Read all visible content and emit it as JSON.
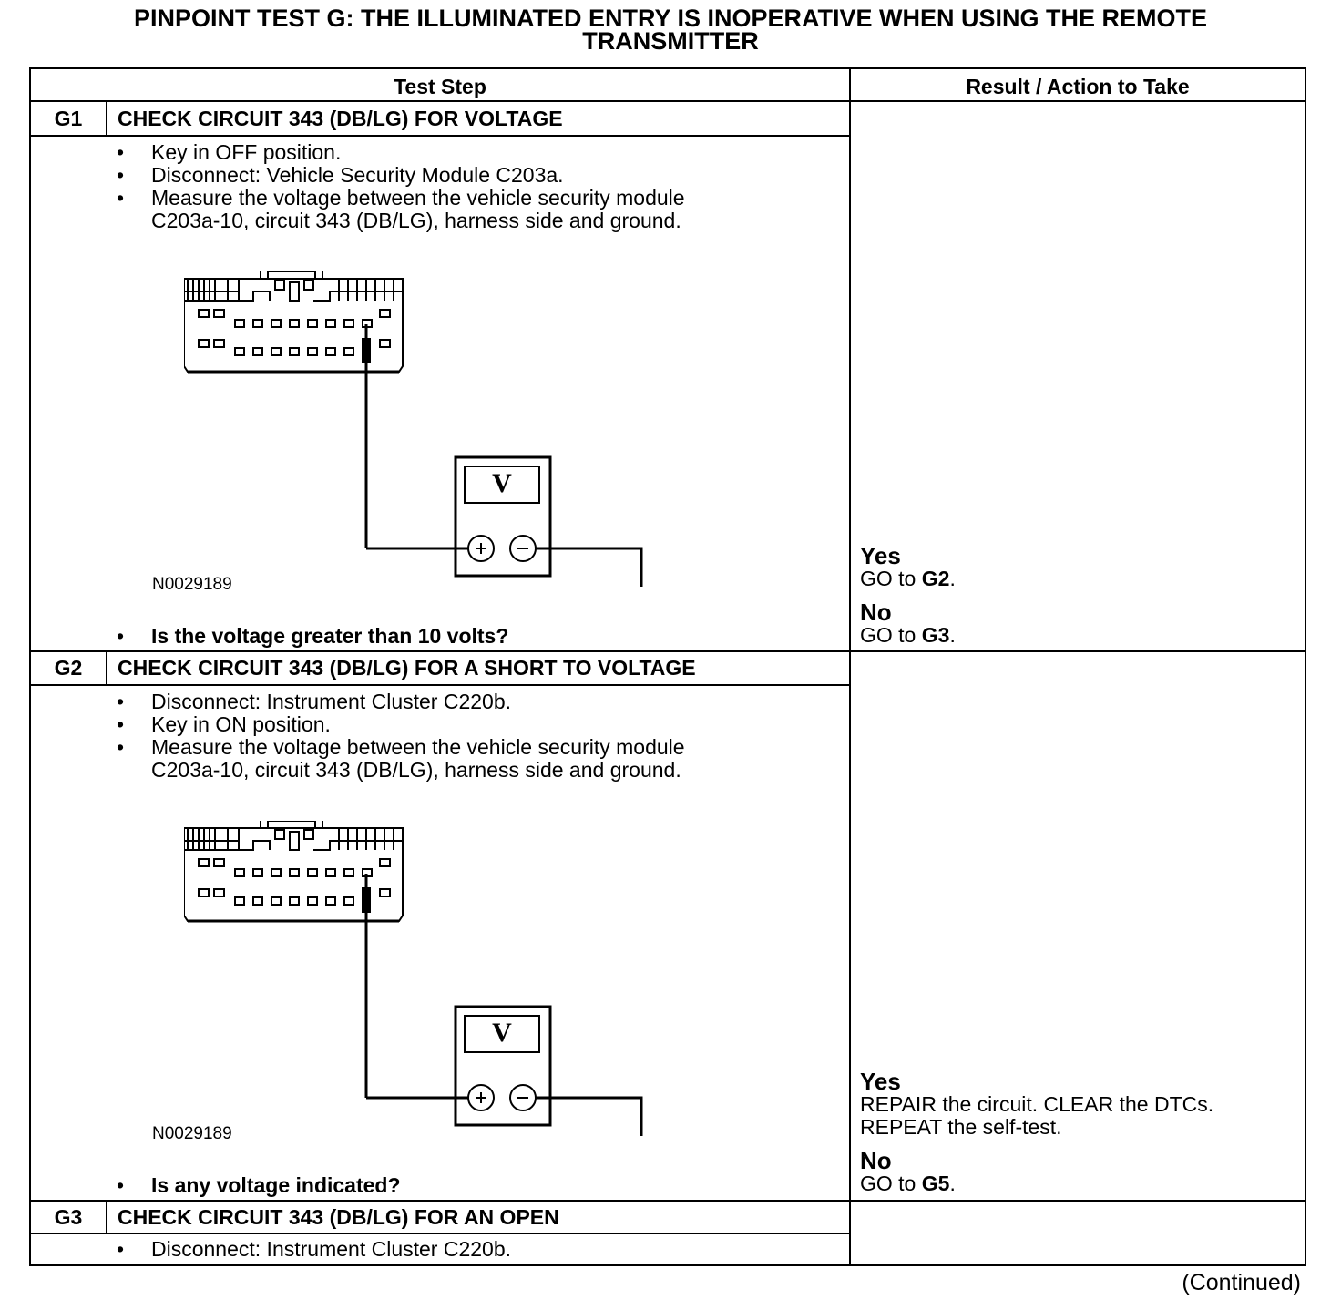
{
  "title": {
    "line1": "PINPOINT TEST  G: THE ILLUMINATED ENTRY IS INOPERATIVE WHEN USING THE REMOTE",
    "line2": "TRANSMITTER"
  },
  "headers": {
    "test_step": "Test Step",
    "result": "Result / Action to Take"
  },
  "steps": [
    {
      "id": "G1",
      "title": "CHECK CIRCUIT 343 (DB/LG) FOR VOLTAGE",
      "bullets": [
        "Key in OFF position.",
        "Disconnect: Vehicle Security Module C203a.",
        "Measure the voltage between the vehicle security module",
        "C203a-10, circuit 343 (DB/LG), harness side and ground."
      ],
      "figure_id": "N0029189",
      "meter_label": "V",
      "question": "Is the voltage greater than 10 volts?",
      "results": [
        {
          "label": "Yes",
          "pre": "GO to ",
          "ref": "G2",
          "post": "."
        },
        {
          "label": "No",
          "pre": "GO to ",
          "ref": "G3",
          "post": "."
        }
      ]
    },
    {
      "id": "G2",
      "title": "CHECK CIRCUIT 343 (DB/LG) FOR A SHORT TO VOLTAGE",
      "bullets": [
        "Disconnect: Instrument Cluster C220b.",
        "Key in ON position.",
        "Measure the voltage between the vehicle security module",
        "C203a-10, circuit 343 (DB/LG), harness side and ground."
      ],
      "figure_id": "N0029189",
      "meter_label": "V",
      "question": "Is any voltage indicated?",
      "results": [
        {
          "label": "Yes",
          "line1": "REPAIR the circuit. CLEAR the DTCs.",
          "line2": "REPEAT the self-test."
        },
        {
          "label": "No",
          "pre": "GO to ",
          "ref": "G5",
          "post": "."
        }
      ]
    },
    {
      "id": "G3",
      "title": "CHECK CIRCUIT 343 (DB/LG) FOR AN OPEN",
      "bullets": [
        "Disconnect: Instrument Cluster C220b."
      ]
    }
  ],
  "continued": "(Continued)"
}
